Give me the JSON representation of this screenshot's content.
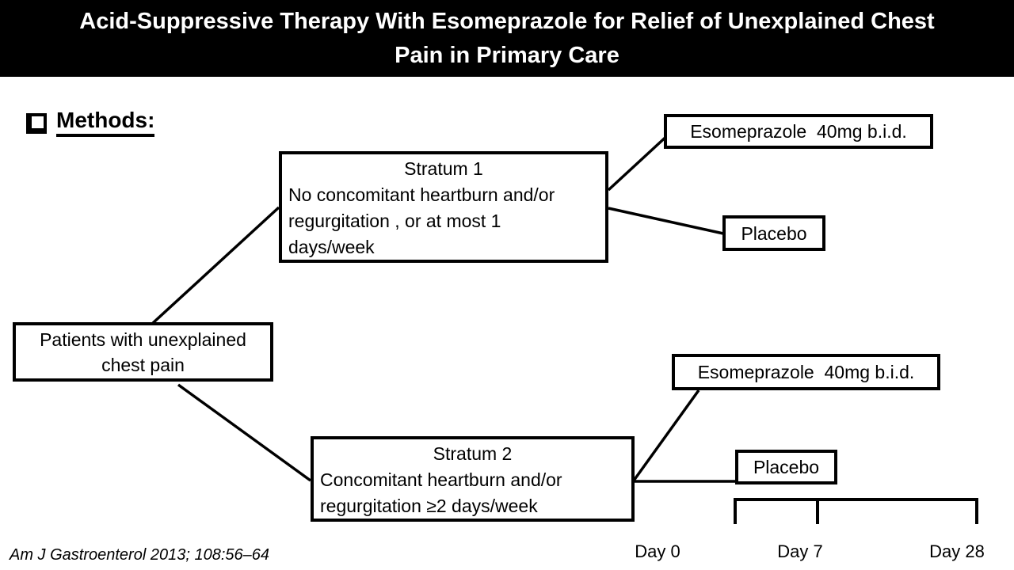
{
  "title": {
    "lines": [
      "Acid-Suppressive Therapy With Esomeprazole for Relief of Unexplained Chest",
      "Pain in Primary Care"
    ]
  },
  "methods": {
    "label": "Methods:"
  },
  "flowchart": {
    "patients_box": {
      "lines": [
        "Patients with unexplained",
        "chest pain"
      ]
    },
    "stratum1": {
      "title": "Stratum 1",
      "lines": [
        "No concomitant heartburn and/or",
        "regurgitation , or at most 1",
        "days/week"
      ],
      "esomeprazole_label": "Esomeprazole  40mg b.i.d.",
      "placebo_label": "Placebo"
    },
    "stratum2": {
      "title": "Stratum 2",
      "lines": [
        "Concomitant heartburn and/or",
        "regurgitation ≥2 days/week"
      ],
      "esomeprazole_label": "Esomeprazole  40mg b.i.d.",
      "placebo_label": "Placebo"
    }
  },
  "timeline": {
    "labels": [
      "Day 0",
      "Day 7",
      "Day 28"
    ]
  },
  "footer": {
    "citation": "Am J Gastroenterol 2013; 108:56–64"
  },
  "colors": {
    "title_bg": "#000000",
    "title_fg": "#ffffff",
    "line": "#000000",
    "bg": "#ffffff"
  }
}
